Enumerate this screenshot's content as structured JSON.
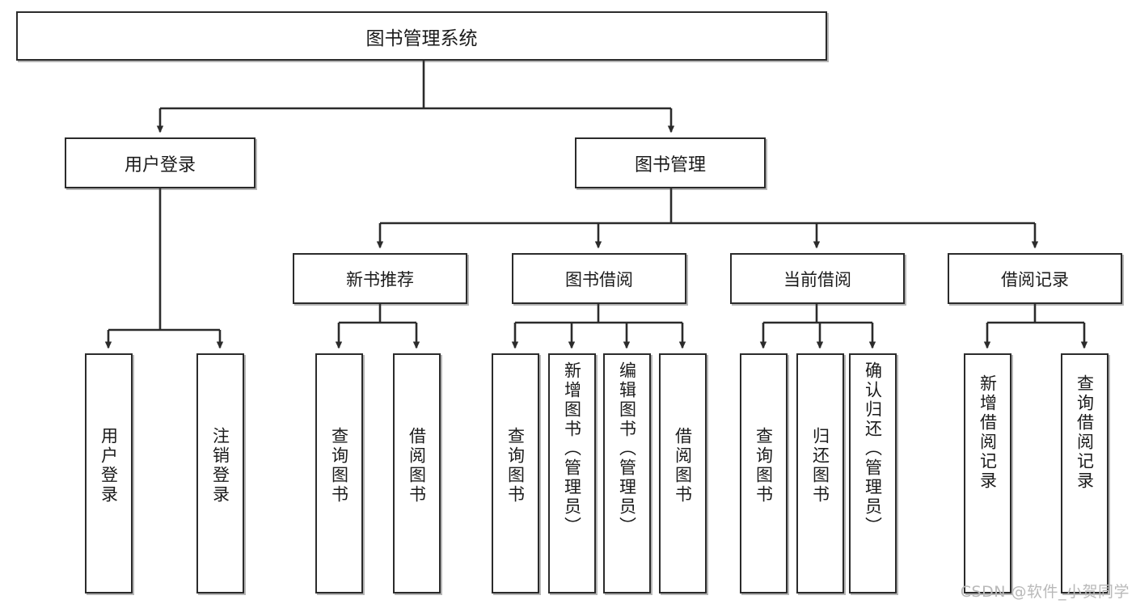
{
  "diagram": {
    "title": "图书管理系统",
    "type": "tree-hierarchy",
    "root": {
      "label": "图书管理系统"
    },
    "level2": [
      {
        "label": "用户登录"
      },
      {
        "label": "图书管理"
      }
    ],
    "level3": [
      {
        "label": "新书推荐"
      },
      {
        "label": "图书借阅"
      },
      {
        "label": "当前借阅"
      },
      {
        "label": "借阅记录"
      }
    ],
    "leaves": {
      "user_login": [
        {
          "label": "用户登录"
        },
        {
          "label": "注销登录"
        }
      ],
      "new_book_recommend": [
        {
          "label": "查询图书"
        },
        {
          "label": "借阅图书"
        }
      ],
      "book_borrow": [
        {
          "label": "查询图书"
        },
        {
          "label": "新增图书（管理员）"
        },
        {
          "label": "编辑图书（管理员）"
        },
        {
          "label": "借阅图书"
        }
      ],
      "current_borrow": [
        {
          "label": "查询图书"
        },
        {
          "label": "归还图书"
        },
        {
          "label": "确认归还（管理员）"
        }
      ],
      "borrow_record": [
        {
          "label": "新增借阅记录"
        },
        {
          "label": "查询借阅记录"
        }
      ]
    }
  },
  "watermark": {
    "text": "CSDN @软件_小贺同学"
  },
  "colors": {
    "box_border": "#2b2b2b",
    "box_fill": "#ffffff",
    "line": "#2b2b2b",
    "text": "#1b1b1b",
    "watermark": "#b9b9b9",
    "background": "#ffffff"
  }
}
